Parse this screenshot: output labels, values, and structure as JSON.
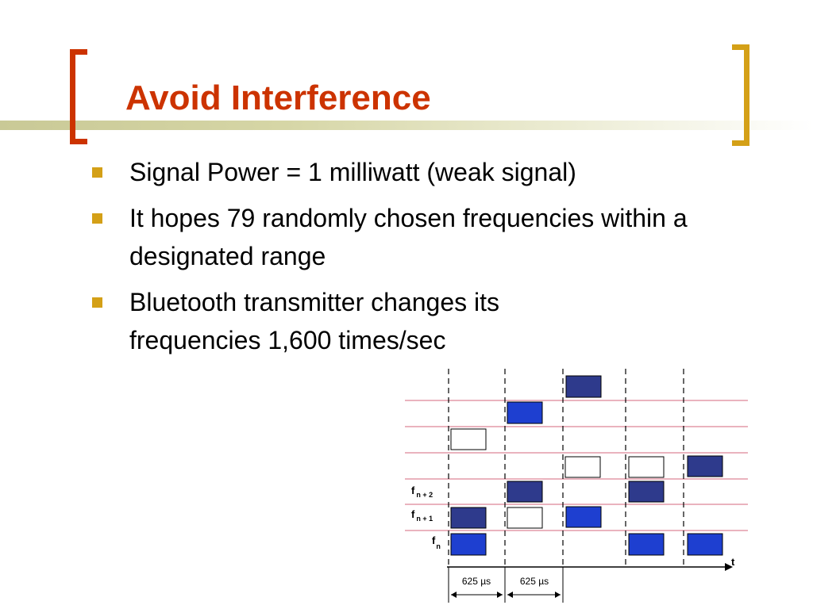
{
  "slide": {
    "title": "Avoid Interference",
    "bullets": [
      "Signal Power = 1 milliwatt (weak signal)",
      "It hopes 79 randomly chosen frequencies within a designated range",
      "Bluetooth transmitter changes its frequencies 1,600 times/sec"
    ]
  },
  "diagram": {
    "freq_labels": [
      {
        "base": "f",
        "sub": "n + 2"
      },
      {
        "base": "f",
        "sub": "n + 1"
      },
      {
        "base": "f",
        "sub": "n"
      }
    ],
    "time_axis_label": "t",
    "slot_labels": [
      "625 µs",
      "625 µs"
    ],
    "colors": {
      "freq_line": "#e39aa8",
      "dark_slot": "#2e3a8c",
      "bright_slot": "#1e3fd0",
      "empty_slot": "#ffffff",
      "accent_red": "#cc3300",
      "accent_gold": "#d4a017"
    }
  }
}
